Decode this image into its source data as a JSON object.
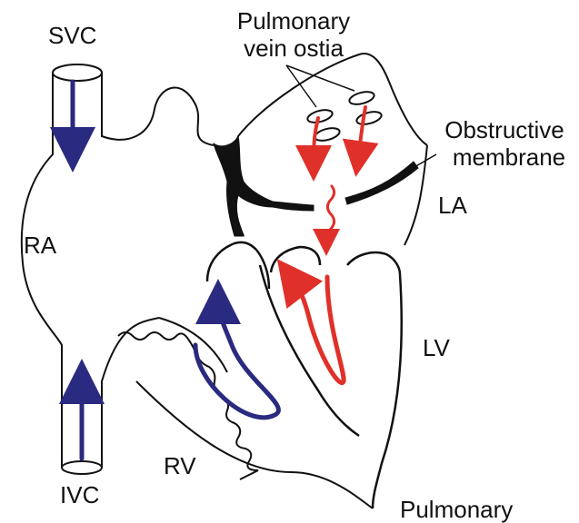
{
  "labels": {
    "svc": "SVC",
    "ra": "RA",
    "ivc": "IVC",
    "rv": "RV",
    "la": "LA",
    "lv": "LV",
    "pulmonary_vein_ostia_line1": "Pulmonary",
    "pulmonary_vein_ostia_line2": "vein ostia",
    "obstructive_membrane_line1": "Obstructive",
    "obstructive_membrane_line2": "membrane",
    "pulmonary_bottom": "Pulmonary"
  },
  "colors": {
    "outline": "#111111",
    "deoxygenated_flow": "#2a2a80",
    "oxygenated_flow": "#e0302a",
    "background": "#ffffff"
  }
}
